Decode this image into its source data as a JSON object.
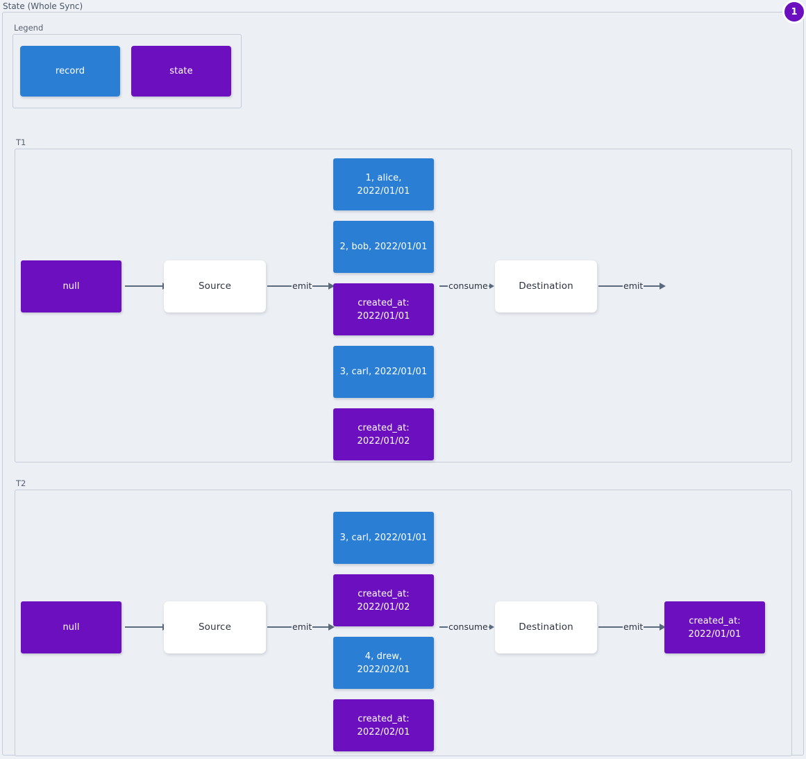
{
  "page": {
    "title": "State (Whole Sync)",
    "badge": "1"
  },
  "colors": {
    "record": "#2a7fd4",
    "state": "#6c10bf",
    "plain": "#ffffff",
    "background": "#eceff4",
    "border": "#c3ccd8",
    "arrow": "#5a6a7d"
  },
  "legend": {
    "label": "Legend",
    "items": [
      {
        "label": "record",
        "kind": "record"
      },
      {
        "label": "state",
        "kind": "state"
      }
    ]
  },
  "timelines": [
    {
      "label": "T1",
      "initial_state": "null",
      "source": "Source",
      "destination": "Destination",
      "arrows": {
        "state_to_source": "",
        "source_emit": "emit",
        "consume": "consume",
        "destination_emit": "emit"
      },
      "stream": [
        {
          "kind": "record",
          "text": "1, alice, 2022/01/01"
        },
        {
          "kind": "record",
          "text": "2, bob, 2022/01/01"
        },
        {
          "kind": "state",
          "text": "created_at:\n2022/01/01"
        },
        {
          "kind": "record",
          "text": "3, carl, 2022/01/01"
        },
        {
          "kind": "state",
          "text": "created_at:\n2022/01/02"
        }
      ],
      "final_state": null
    },
    {
      "label": "T2",
      "initial_state": "null",
      "source": "Source",
      "destination": "Destination",
      "arrows": {
        "state_to_source": "",
        "source_emit": "emit",
        "consume": "consume",
        "destination_emit": "emit"
      },
      "stream": [
        {
          "kind": "record",
          "text": "3, carl, 2022/01/01"
        },
        {
          "kind": "state",
          "text": "created_at:\n2022/01/02"
        },
        {
          "kind": "record",
          "text": "4, drew, 2022/02/01"
        },
        {
          "kind": "state",
          "text": "created_at:\n2022/02/01"
        }
      ],
      "final_state": "created_at:\n2022/01/01"
    }
  ]
}
